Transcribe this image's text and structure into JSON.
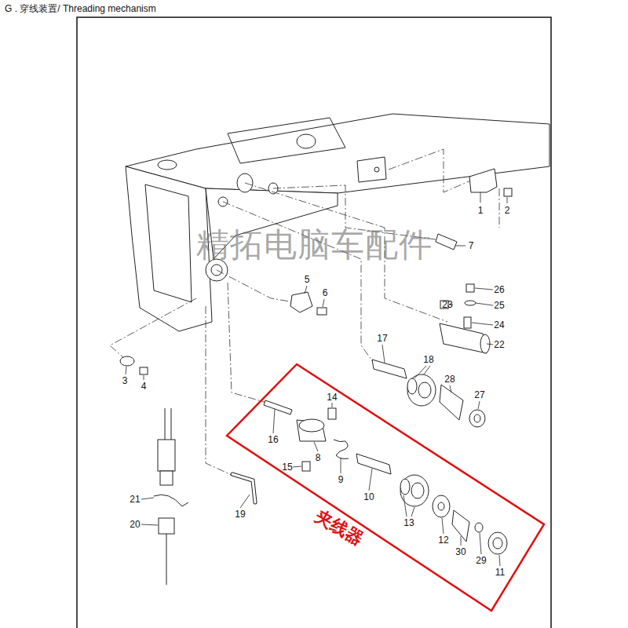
{
  "diagram": {
    "title": "G . 穿线装置/ Threading mechanism",
    "nodes": [
      {
        "text": [
          "夹线器"
        ]
      }
    ],
    "labels": [
      "1",
      "2",
      "7",
      "5",
      "6",
      "26",
      "23",
      "25",
      "24",
      "22",
      "17",
      "18",
      "28",
      "27",
      "3",
      "4",
      "14",
      "16",
      "15",
      "8",
      "9",
      "10",
      "13",
      "12",
      "30",
      "29",
      "11",
      "21",
      "20",
      "19",
      "精拓电脑车配件"
    ]
  }
}
